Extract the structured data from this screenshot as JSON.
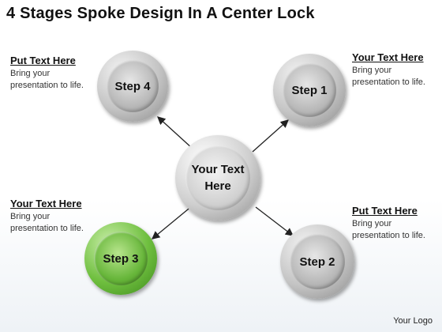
{
  "title": "4 Stages Spoke Design In A Center Lock",
  "center": {
    "line1": "Your Text",
    "line2": "Here"
  },
  "steps": {
    "step1": "Step 1",
    "step2": "Step 2",
    "step3": "Step 3",
    "step4": "Step 4"
  },
  "text_blocks": {
    "top_left": {
      "heading": "Put Text Here",
      "line1": "Bring your",
      "line2": "presentation to life."
    },
    "top_right": {
      "heading": "Your Text Here",
      "line1": "Bring your",
      "line2": "presentation to life."
    },
    "bottom_left": {
      "heading": "Your Text Here",
      "line1": "Bring your",
      "line2": "presentation to life."
    },
    "bottom_right": {
      "heading": "Put Text Here",
      "line1": "Bring your",
      "line2": "presentation to life."
    }
  },
  "colors": {
    "highlight_step": "#5fae34",
    "neutral_step": "#b5b5b5"
  },
  "logo": "Your Logo"
}
